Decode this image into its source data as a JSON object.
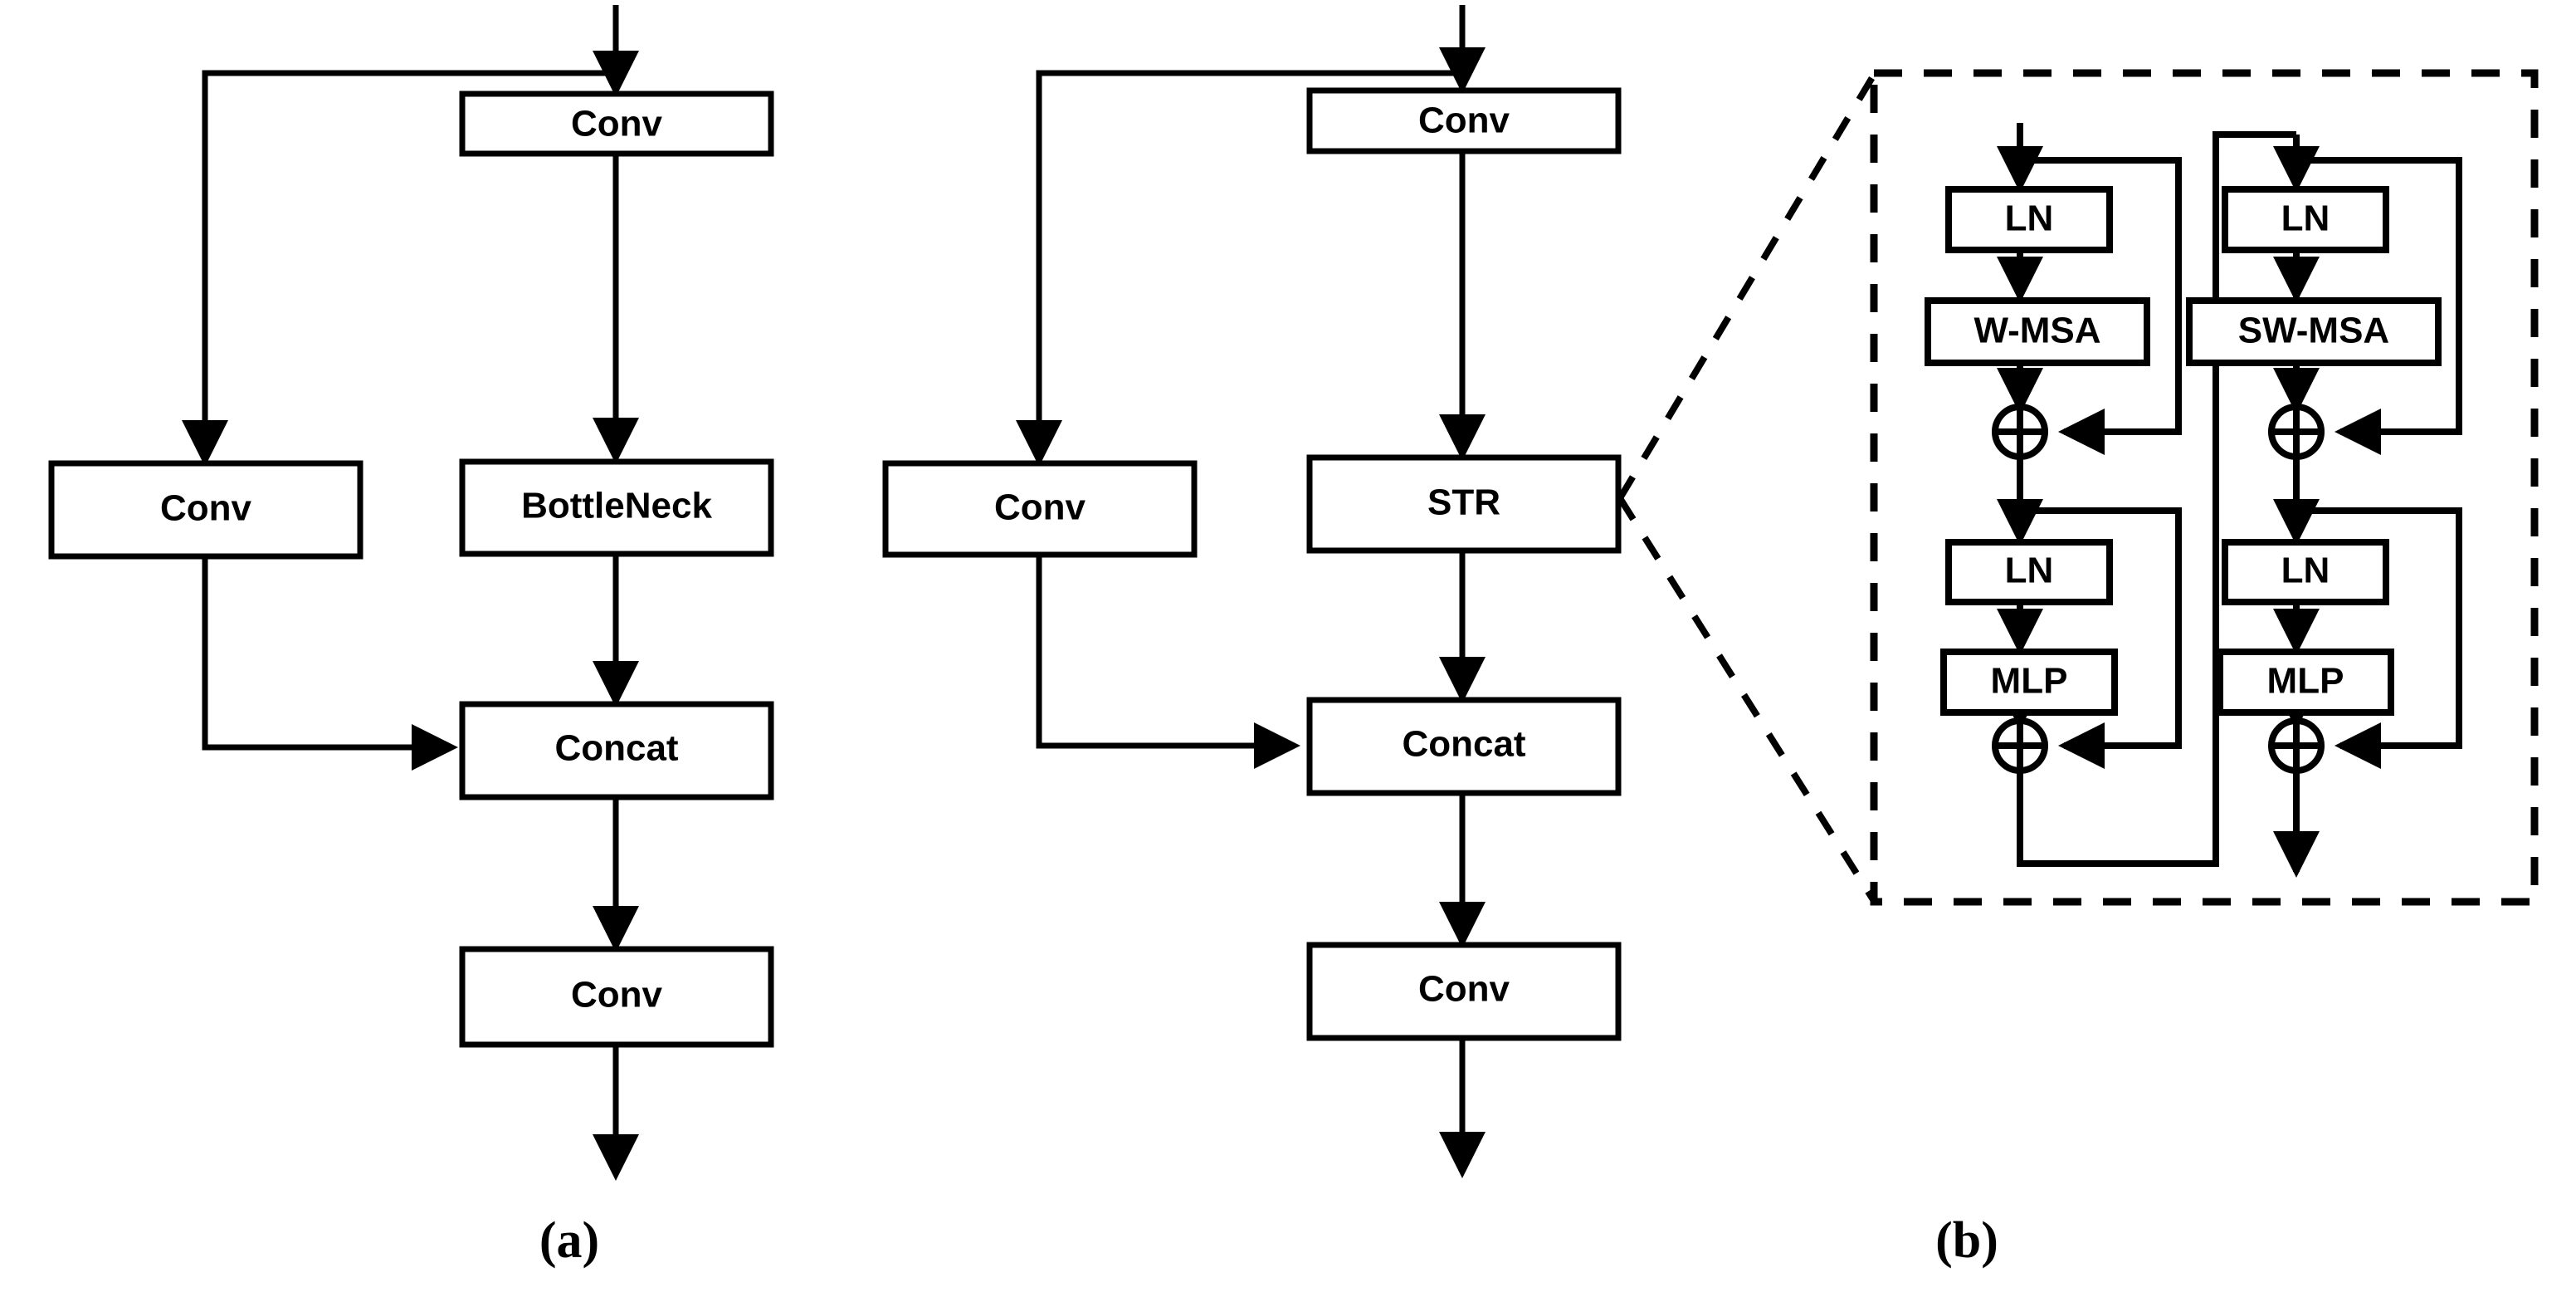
{
  "figure": {
    "type": "diagram",
    "description": "Network architecture block diagram comparing a convolutional CSP-style block (a) with a Swin-Transformer-based variant (b)",
    "background_color": "#ffffff",
    "stroke_color": "#000000",
    "box_fill": "#ffffff"
  },
  "panels": [
    {
      "id": "a",
      "label": "(a)",
      "nodes": [
        {
          "id": "a-conv-top",
          "text": "Conv"
        },
        {
          "id": "a-conv-left",
          "text": "Conv"
        },
        {
          "id": "a-bottleneck",
          "text": "BottleNeck"
        },
        {
          "id": "a-concat",
          "text": "Concat"
        },
        {
          "id": "a-conv-bottom",
          "text": "Conv"
        }
      ]
    },
    {
      "id": "b",
      "label": "(b)",
      "nodes": [
        {
          "id": "b-conv-top",
          "text": "Conv"
        },
        {
          "id": "b-conv-left",
          "text": "Conv"
        },
        {
          "id": "b-str",
          "text": "STR"
        },
        {
          "id": "b-concat",
          "text": "Concat"
        },
        {
          "id": "b-conv-bottom",
          "text": "Conv"
        }
      ]
    }
  ],
  "str_detail": {
    "dashed_border": true,
    "blocks": [
      {
        "id": "w-msa-block",
        "nodes": [
          {
            "id": "ln1-left",
            "text": "LN"
          },
          {
            "id": "wmsa",
            "text": "W-MSA"
          },
          {
            "id": "add1-left",
            "text": "+",
            "icon": "circled-plus-icon"
          },
          {
            "id": "ln2-left",
            "text": "LN"
          },
          {
            "id": "mlp-left",
            "text": "MLP"
          },
          {
            "id": "add2-left",
            "text": "+",
            "icon": "circled-plus-icon"
          }
        ]
      },
      {
        "id": "sw-msa-block",
        "nodes": [
          {
            "id": "ln1-right",
            "text": "LN"
          },
          {
            "id": "swmsa",
            "text": "SW-MSA"
          },
          {
            "id": "add1-right",
            "text": "+",
            "icon": "circled-plus-icon"
          },
          {
            "id": "ln2-right",
            "text": "LN"
          },
          {
            "id": "mlp-right",
            "text": "MLP"
          },
          {
            "id": "add2-right",
            "text": "+",
            "icon": "circled-plus-icon"
          }
        ]
      }
    ]
  }
}
